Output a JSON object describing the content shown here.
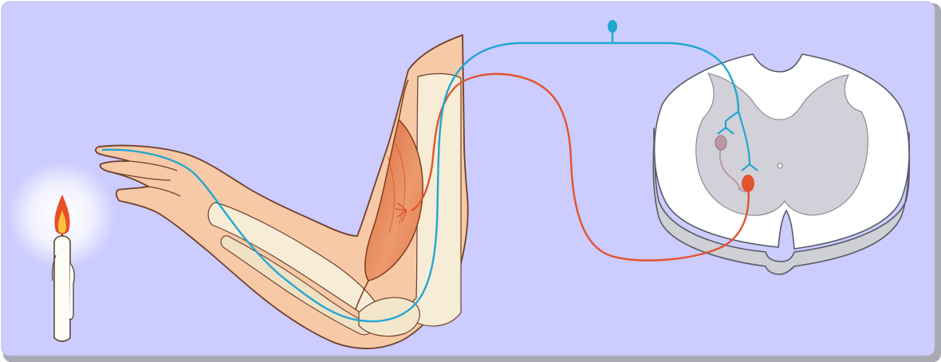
{
  "figure": {
    "subject": "reflex arc",
    "colors": {
      "background": "#ccccff",
      "frame_shadow": "#9a9aa6",
      "skin": "#f8c9a6",
      "skin_outline": "#6e3f2a",
      "bone": "#f7ecd6",
      "muscle": "#e98c5d",
      "sensory_neuron": "#22a7d0",
      "motor_neuron": "#e2542e",
      "interneuron": "#b99aa4",
      "spinal_white_matter": "#ffffff",
      "spinal_grey_matter": "#d2d0d8",
      "spinal_side": "#cfcfd6",
      "candle": "#fdfcf6",
      "flame_outer": "#e8502a",
      "flame_inner": "#f8c23a",
      "candle_glow": "#ffffff"
    },
    "parts": [
      "candle",
      "arm",
      "biceps-muscle",
      "sensory-neuron",
      "motor-neuron",
      "interneuron",
      "spinal-cord-cross-section"
    ]
  }
}
